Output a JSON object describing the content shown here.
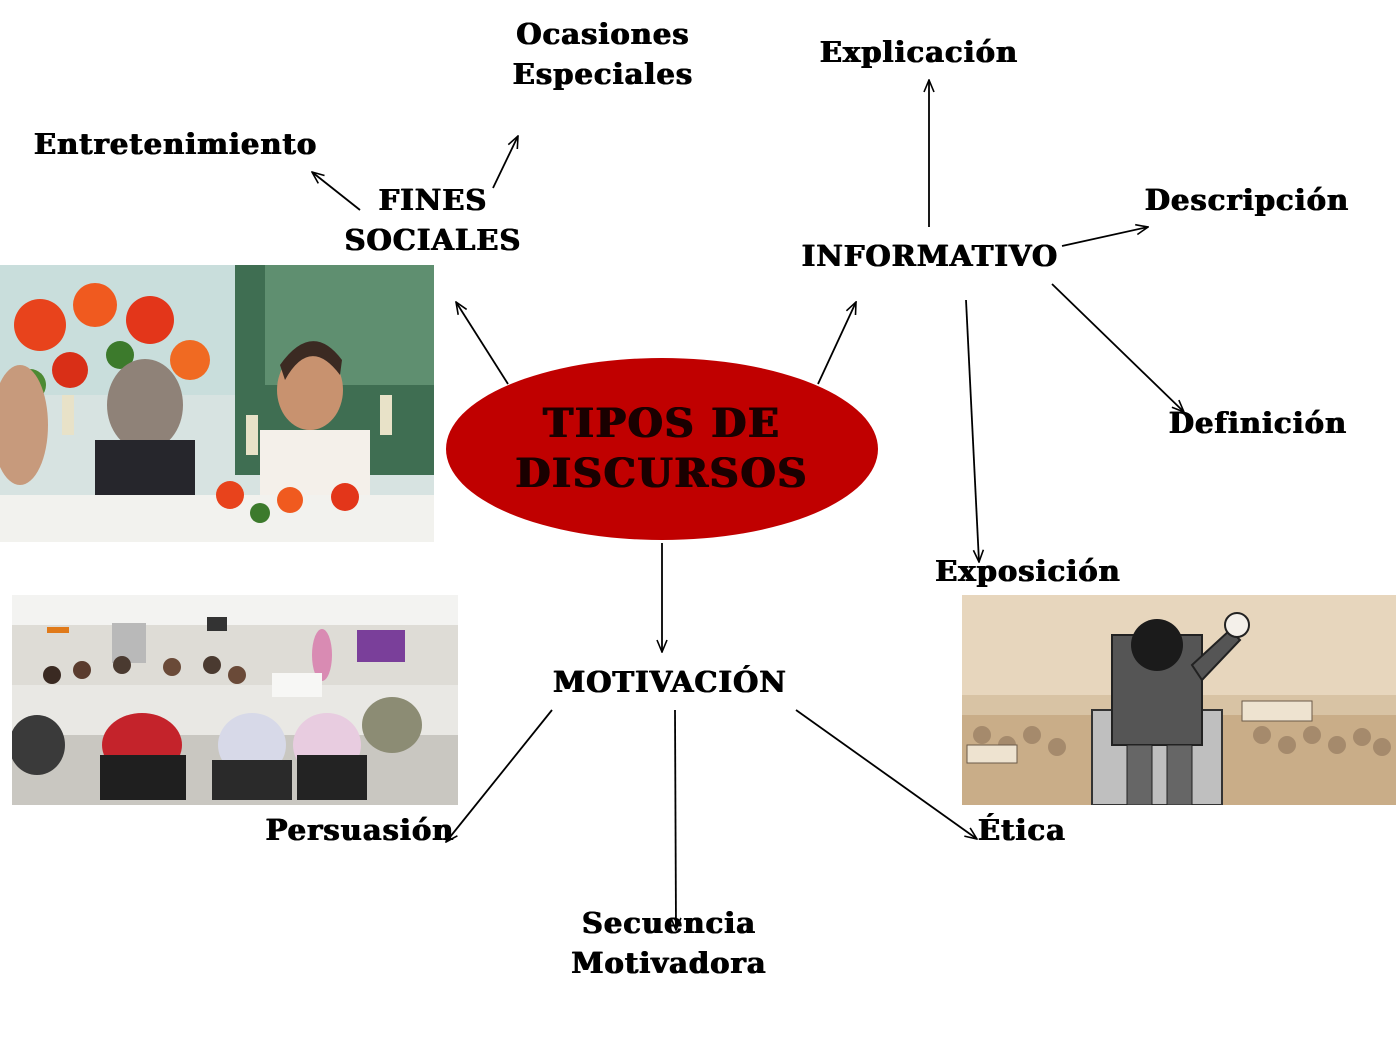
{
  "center": {
    "line1": "TIPOS DE",
    "line2": "DISCURSOS",
    "color": "#c00000"
  },
  "categories": {
    "fines_sociales": {
      "line1": "FINES",
      "line2": "SOCIALES"
    },
    "informativo": "INFORMATIVO",
    "motivacion": "MOTIVACIÓN"
  },
  "subtopics": {
    "ocasiones_especiales": {
      "line1": "Ocasiones",
      "line2": "Especiales"
    },
    "entretenimiento": "Entretenimiento",
    "explicacion": "Explicación",
    "descripcion": "Descripción",
    "definicion": "Definición",
    "exposicion": "Exposición",
    "persuasion": "Persuasión",
    "etica": "Ética",
    "secuencia_motivadora": {
      "line1": "Secuencia",
      "line2": "Motivadora"
    }
  },
  "photos": {
    "toast": "celebration-toast-photo",
    "meeting": "meeting-room-photo",
    "speaker": "political-speaker-illustration"
  }
}
